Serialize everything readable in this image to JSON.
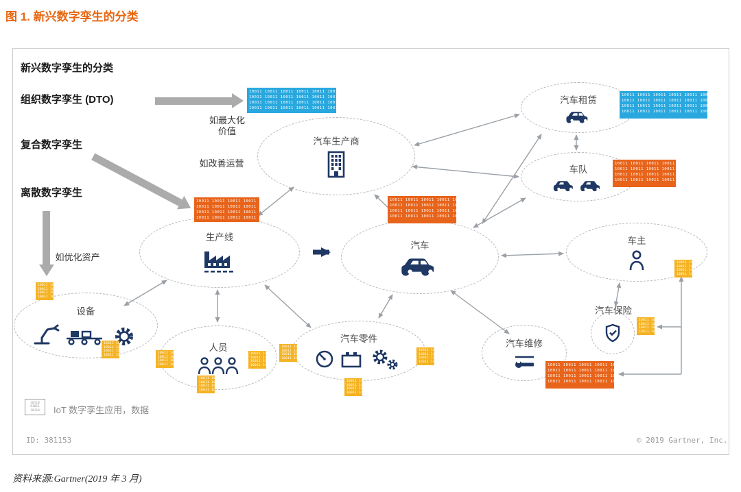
{
  "figure": {
    "title": "图 1. 新兴数字孪生的分类",
    "source_line": "资料来源:Gartner(2019 年 3 月)",
    "diagram_id": "ID: 381153",
    "copyright": "© 2019 Gartner, Inc."
  },
  "panel": {
    "heading": "新兴数字孪生的分类",
    "categories": [
      {
        "label": "组织数字孪生 (DTO)",
        "note": "如最大化\n价值"
      },
      {
        "label": "复合数字孪生",
        "note": "如改善运营"
      },
      {
        "label": "离散数字孪生",
        "note": "如优化资产"
      }
    ],
    "legend_label": "IoT 数字孪生应用，数据"
  },
  "nodes": {
    "manufacturer": {
      "label": "汽车生产商"
    },
    "rental": {
      "label": "汽车租赁"
    },
    "fleet": {
      "label": "车队"
    },
    "production_line": {
      "label": "生产线"
    },
    "car": {
      "label": "汽车"
    },
    "owner": {
      "label": "车主"
    },
    "equipment": {
      "label": "设备"
    },
    "personnel": {
      "label": "人员"
    },
    "car_parts": {
      "label": "汽车零件"
    },
    "repair": {
      "label": "汽车维修"
    },
    "insurance": {
      "label": "汽车保险"
    }
  },
  "connections": [
    {
      "from": "汽车生产商",
      "to": "汽车租赁"
    },
    {
      "from": "汽车生产商",
      "to": "车队"
    },
    {
      "from": "汽车租赁",
      "to": "车队"
    },
    {
      "from": "汽车生产商",
      "to": "汽车"
    },
    {
      "from": "汽车生产商",
      "to": "生产线"
    },
    {
      "from": "汽车",
      "to": "车队"
    },
    {
      "from": "汽车",
      "to": "汽车租赁"
    },
    {
      "from": "汽车",
      "to": "车主"
    },
    {
      "from": "生产线",
      "to": "汽车"
    },
    {
      "from": "生产线",
      "to": "设备"
    },
    {
      "from": "生产线",
      "to": "人员"
    },
    {
      "from": "生产线",
      "to": "汽车零件"
    },
    {
      "from": "汽车",
      "to": "汽车零件"
    },
    {
      "from": "汽车",
      "to": "汽车维修"
    },
    {
      "from": "车主",
      "to": "汽车保险"
    }
  ],
  "binary": {
    "large": "10011 10011 10011 10011 10011 10011 10011\n10011 10011 10011 10011 10011 10011 10011\n10011 10011 10011 10011 10011 10011 10011\n10011 10011 10011 10011 10011 10011 10011",
    "small": "10011 10011\n10011 10011\n10011 10011\n10011 10011",
    "legend": "10110\n01011\n10110"
  },
  "colors": {
    "dto_blue": "#29A8DF",
    "composite_orange": "#E8641B",
    "discrete_yellow": "#F5B324",
    "icon_navy": "#1F3864",
    "title_orange": "#E8650F"
  }
}
